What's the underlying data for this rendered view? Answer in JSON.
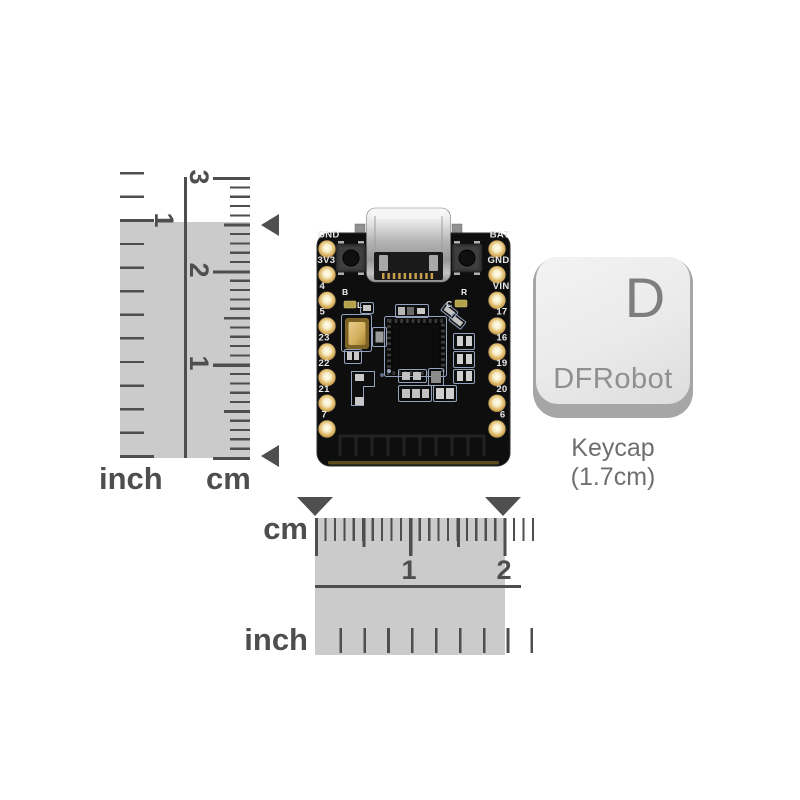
{
  "rulers": {
    "vertical": {
      "inch_label": "inch",
      "cm_label": "cm",
      "cm_numbers": [
        "3",
        "2",
        "1"
      ],
      "inch_numbers": [
        "1"
      ]
    },
    "horizontal": {
      "cm_label": "cm",
      "inch_label": "inch",
      "cm_numbers": [
        "1",
        "2"
      ]
    }
  },
  "board": {
    "left_pins": [
      "GND",
      "3V3",
      "4",
      "5",
      "23",
      "22",
      "21",
      "7"
    ],
    "right_pins": [
      "BAT",
      "GND",
      "VIN",
      "17",
      "16",
      "19",
      "20",
      "6"
    ],
    "silkscreen": {
      "boot_button_label": "B",
      "left_led_label": "L",
      "reset_button_label": "R",
      "right_led_label": "C"
    }
  },
  "keycap": {
    "letter": "D",
    "brand": "DFRobot",
    "caption": "Keycap (1.7cm)"
  },
  "colors": {
    "ruler_fill": "#cbcbcb",
    "ruler_ink": "#4e4e4e",
    "board_black": "#0e0e0e",
    "gold_pad": "#e3c174",
    "silkscreen": "#94a2bd",
    "keycap_face": "#ebebeb",
    "keycap_side": "#a6a6a6",
    "keycap_text": "#8a8a8a"
  }
}
